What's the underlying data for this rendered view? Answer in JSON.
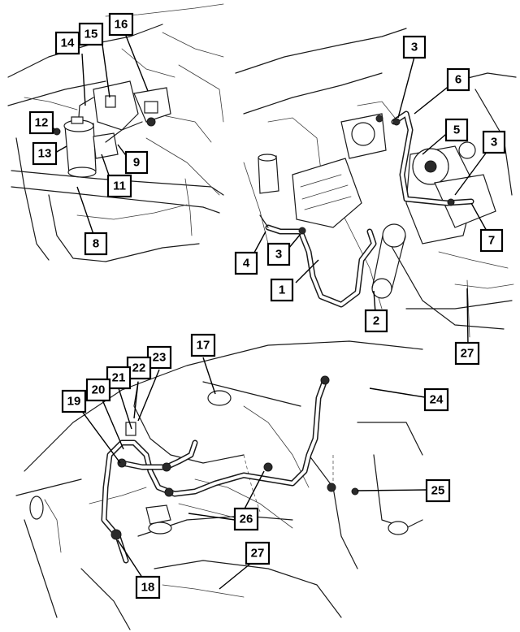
{
  "callouts": {
    "c1": "1",
    "c2": "2",
    "c3a": "3",
    "c3b": "3",
    "c3c": "3",
    "c4": "4",
    "c5": "5",
    "c6": "6",
    "c7": "7",
    "c8": "8",
    "c9": "9",
    "c11": "11",
    "c12": "12",
    "c13": "13",
    "c14": "14",
    "c15": "15",
    "c16": "16",
    "c17": "17",
    "c18": "18",
    "c19": "19",
    "c20": "20",
    "c21": "21",
    "c22": "22",
    "c23": "23",
    "c24": "24",
    "c25": "25",
    "c26": "26",
    "c27a": "27",
    "c27b": "27"
  }
}
